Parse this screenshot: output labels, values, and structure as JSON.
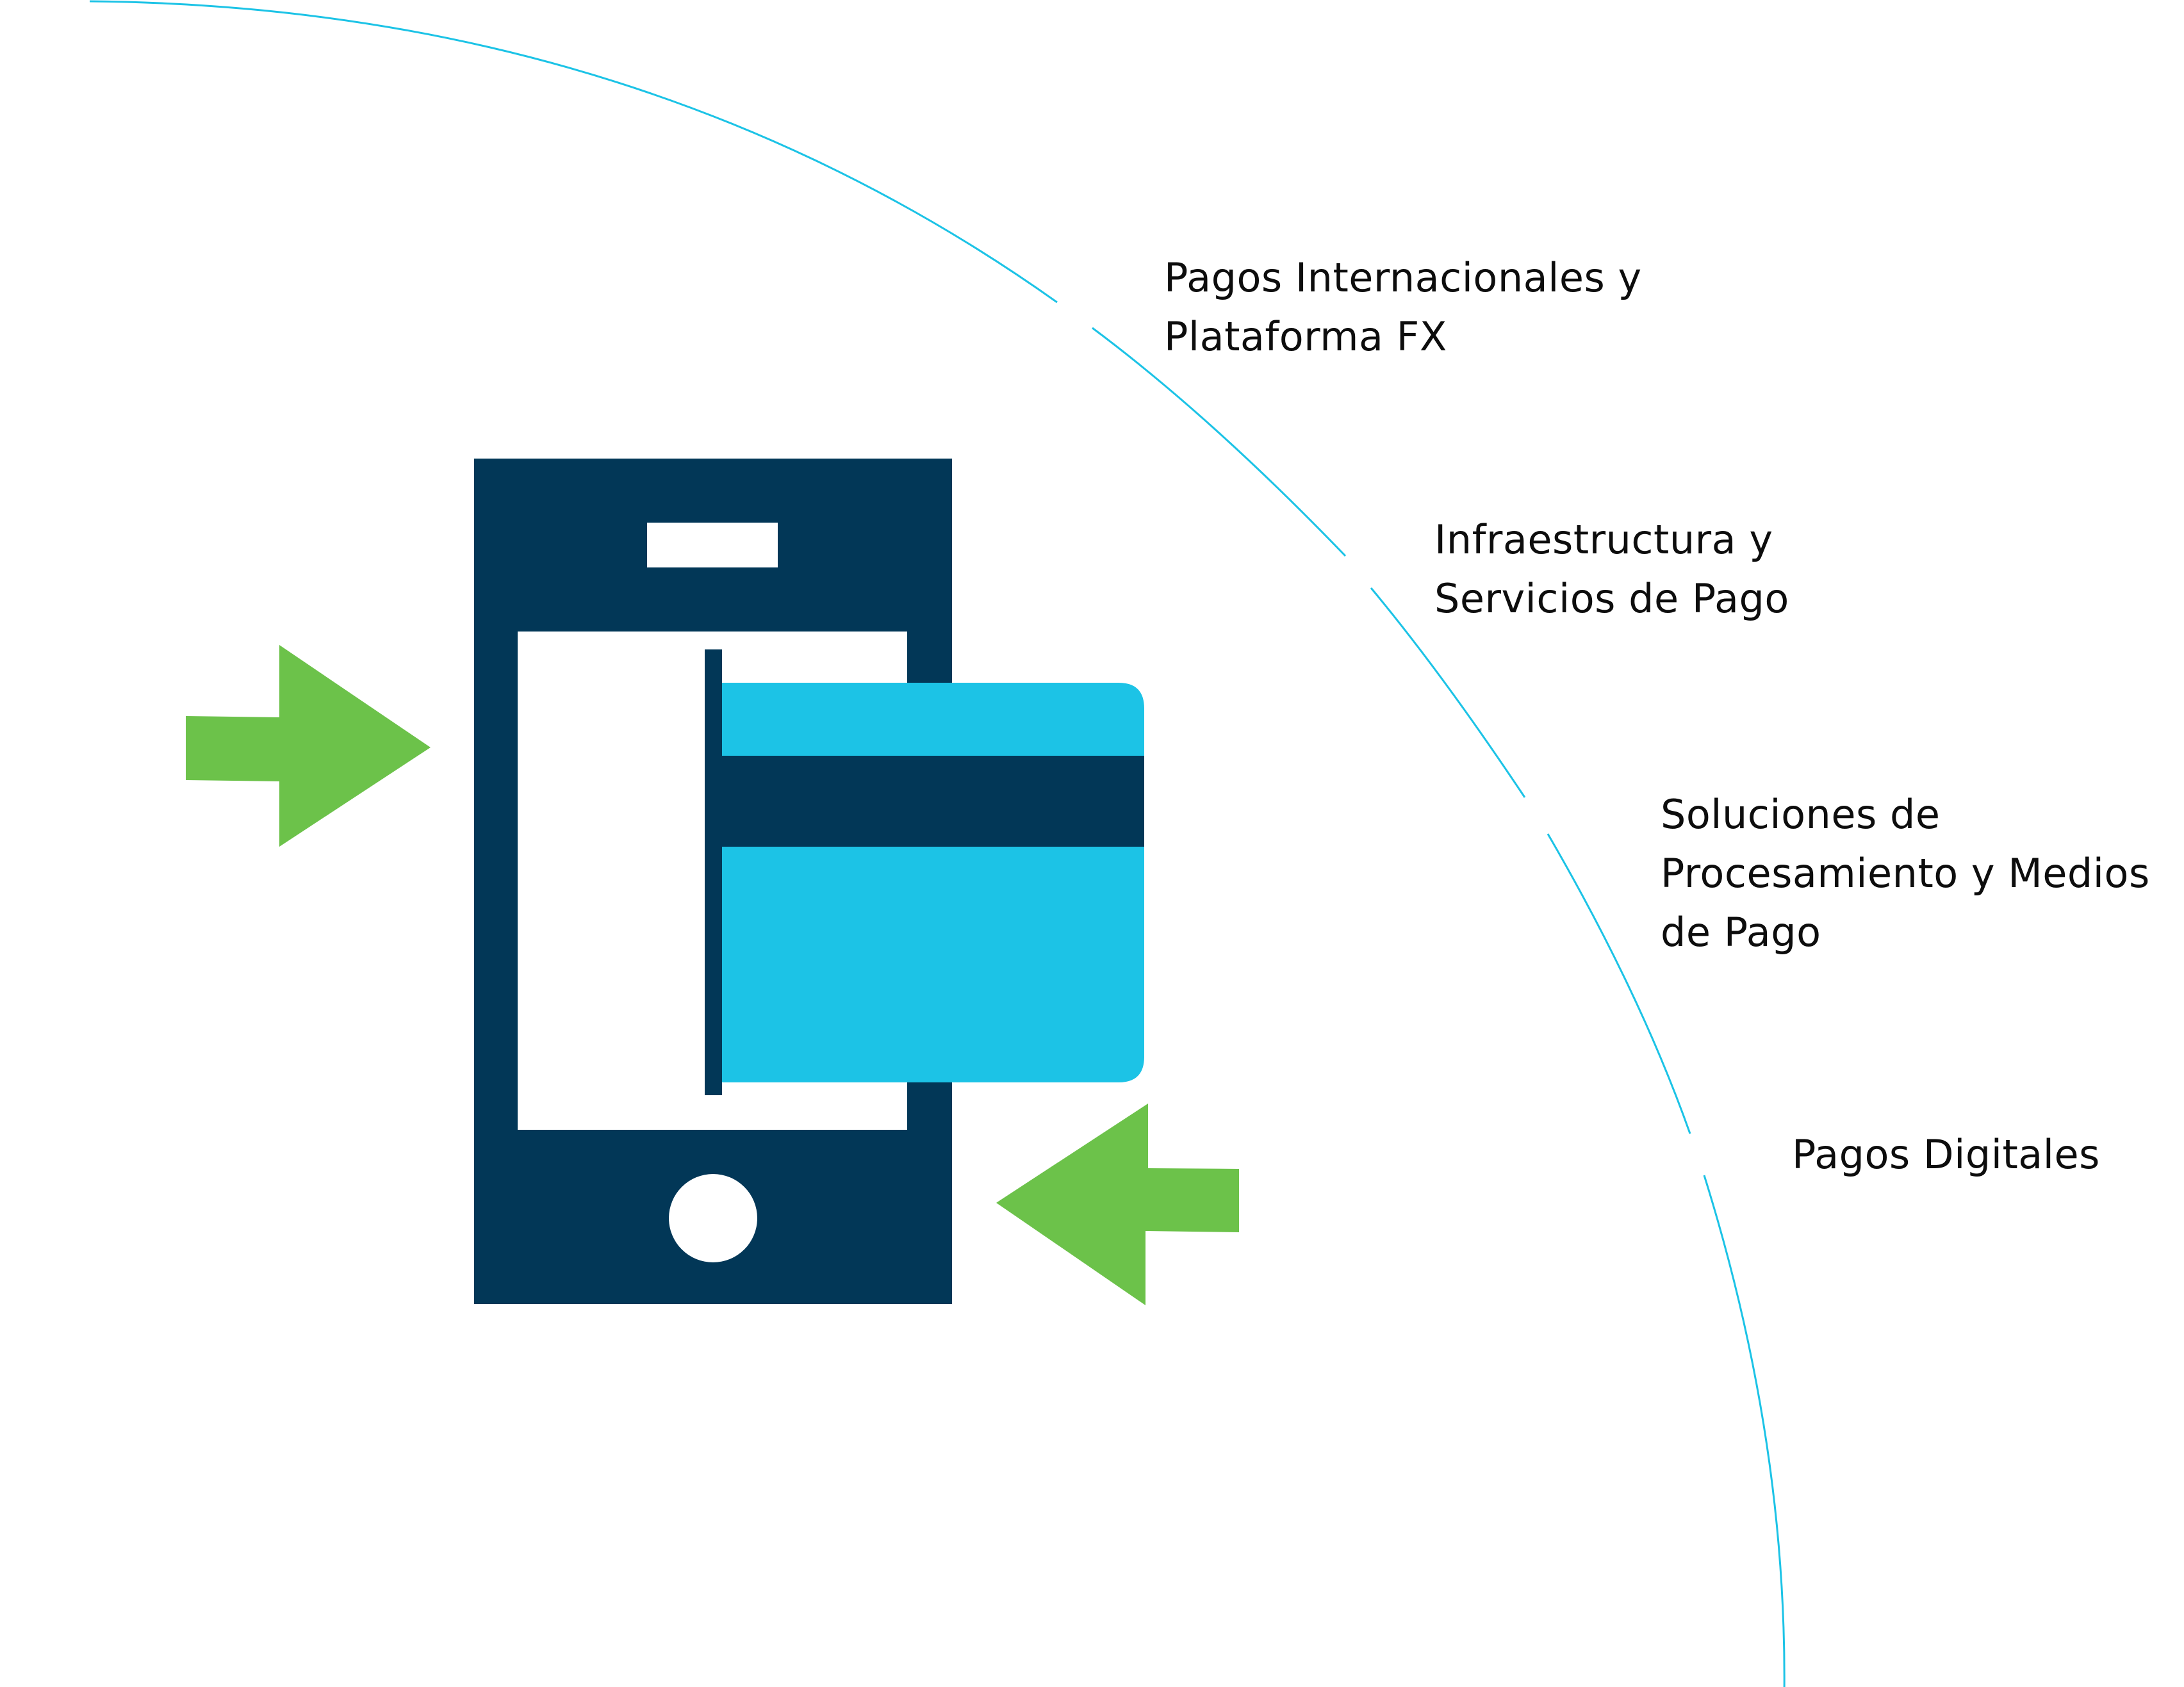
{
  "colors": {
    "arc": "#1cc3e6",
    "phone": "#023757",
    "screen": "#ffffff",
    "card": "#1cc3e6",
    "card_stripe": "#023757",
    "arrow": "#6cc24a",
    "text": "#0d0d0d"
  },
  "icons": {
    "phone": "smartphone-icon",
    "card": "credit-card-icon",
    "arrow_in": "arrow-right-icon",
    "arrow_out": "arrow-left-icon"
  },
  "labels": [
    {
      "lines": [
        "Pagos Internacionales y",
        "Plataforma FX"
      ]
    },
    {
      "lines": [
        "Infraestructura y",
        "Servicios de Pago"
      ]
    },
    {
      "lines": [
        "Soluciones de",
        "Procesamiento y Medios",
        "de Pago"
      ]
    },
    {
      "lines": [
        "Pagos Digitales"
      ]
    }
  ]
}
